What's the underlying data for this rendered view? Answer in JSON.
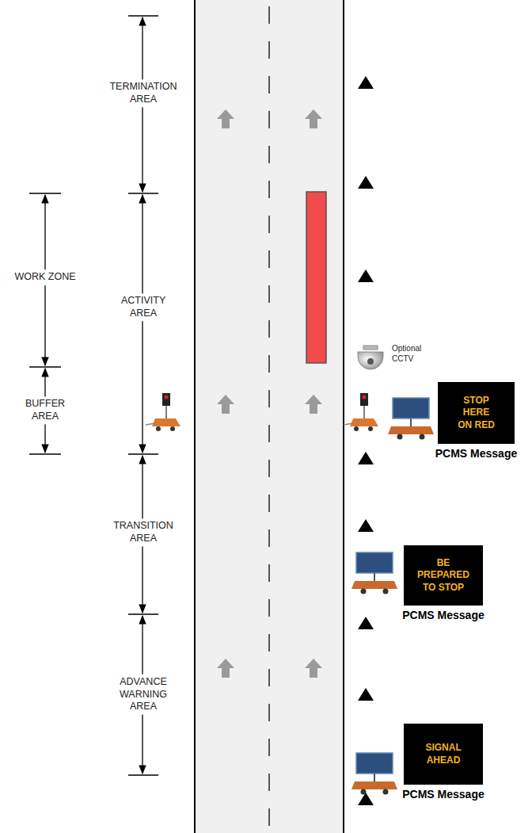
{
  "diagram": {
    "nodes": [
      {
        "text": [
          "STOP HERE ON RED",
          "PCMS Message"
        ]
      },
      {
        "text": [
          "BE PREPARED TO STOP",
          "PCMS Message"
        ]
      },
      {
        "text": [
          "SIGNAL AHEAD",
          "PCMS Message"
        ]
      }
    ],
    "labels": [
      "TERMINATION AREA",
      "WORK ZONE",
      "ACTIVITY AREA",
      "BUFFER AREA",
      "TRANSITION AREA",
      "ADVANCE WARNING AREA",
      "Optional CCTV"
    ]
  }
}
